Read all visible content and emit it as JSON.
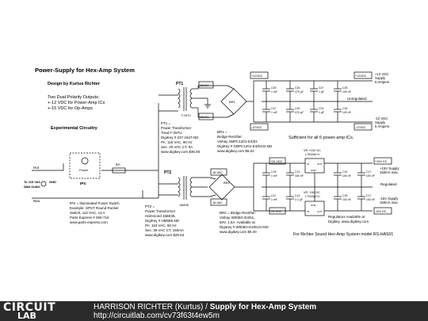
{
  "diagram": {
    "title": "Power-Supply for Hex-Amp System",
    "designer": "Design by Kurtus Richter",
    "outputs_heading": "Two Dual-Polarity Outputs:",
    "outputs_line1": "+-12 VDC for Power-Amp ICs",
    "outputs_line2": "+-15 VDC for Op-Amps",
    "section_label": "Experimental Circuitry",
    "hot_label": "Hot",
    "neu_label": "Neu",
    "outlet_label1": "To 115 VAC",
    "outlet_label2": "Wall Outlet",
    "gnd_label": "GND",
    "switch_label": "Power",
    "ips_label": "IPS",
    "fuse_label": "5A",
    "pt1_label": "PT1",
    "pt1_part": "F-257U",
    "pt2_label": "PT2",
    "pt2_part": "166E36",
    "vac18_a": "18VAC",
    "vac18_b": "18VAC",
    "vac18_c": "18 VAC",
    "vac18_d": "18 VAC",
    "br1_label": "BR1",
    "br2_label": "BR2",
    "rail_p12": "+12VDC",
    "rail_n12": "-12VDC",
    "rail_p24": "+24 VDC",
    "rail_n24": "-24 VDC",
    "rail_p15": "+15V DC",
    "rail_n15": "-15V DC",
    "caps_top_row1": [
      "C25",
      "C26",
      "C27",
      "C28"
    ],
    "caps_top_row1_val": [
      "1 mF",
      "470 µF",
      "1 µF",
      "100 nF"
    ],
    "caps_top_row2": [
      "C37",
      "C30",
      "C31",
      "C32"
    ],
    "caps_top_row2_val": [
      "1 mF",
      "470 µF",
      "1 µF",
      "100 nF"
    ],
    "unregulated": "Unregulated",
    "regulated": "Regulated",
    "supply_p12": [
      "+12 VDC",
      "Supply",
      "6 Ampere"
    ],
    "supply_n12": [
      "-12 VDC",
      "Supply",
      "6 Ampere"
    ],
    "supply_p15": [
      "+15V Supply",
      "150mA max."
    ],
    "supply_n15": [
      "-15V Supply",
      "150mA max."
    ],
    "sufficient": "Sufficient for all 6 power-amp ICs.",
    "vr_p15": [
      "VR +15V DC",
      "L7815ACV"
    ],
    "vr_n15": [
      "VR -15V DC",
      "L7915ACV"
    ],
    "vr_pins": [
      "IN",
      "OUT",
      "GND"
    ],
    "caps_bot_p": [
      "C18",
      "C13",
      "C14",
      "C17"
    ],
    "caps_bot_p_val": [
      "1 mF",
      "330 nF",
      "100 nF",
      "100 nF"
    ],
    "caps_bot_n": [
      "C11",
      "C12",
      "C16",
      "C17"
    ],
    "caps_bot_n_val": [
      "1 mF",
      "2.2 µF",
      "100 nF",
      "100 nF"
    ],
    "pt1_desc": [
      "PT1 =",
      "Power Transformer",
      "Triad F-257U",
      "DigiKey # 237-1947-ND",
      "Pri. 115 VAC, 60 Hz",
      "Sec. 20 VAC CT, 6A",
      "www.digikey.com $36.80"
    ],
    "br1_desc": [
      "BR1 =",
      "Bridge Rectifier:",
      "Vishay GBPC1201-E4/51",
      "DigiKey # GBPC1201-E4/51GI-ND",
      "www.digikey.com $6.04"
    ],
    "ips_desc": [
      "IPS = Illuminated Power Switch",
      "Example: SPST Round Rocker",
      "Switch, 112 VAC, 13 A",
      "Parts Express # 060-716",
      "www.parts-express.com"
    ],
    "pt2_desc": [
      "PT2 =",
      "Power Transformer",
      "Hammond 166E36,",
      "DigiKey # HM665-ND",
      "Pri. 110 VAC, 60 Hz",
      "Sec. 36 VAC CT, 150mA",
      "www.digikey.com $25.64"
    ],
    "br2_desc": [
      "BR2 = Bridge Rectifier:",
      "Vishay W005G-E4/51,",
      "50V, 1.5A. Available at",
      "DigiKey # W005G-E4/51GI-ND",
      "www.digikey.com $0.40"
    ],
    "regulators": [
      "Regulators Available at",
      "Digikey. www.digikey.com"
    ],
    "model_note": "For Richter Sound Hex-Amp System model RS-HAS01"
  },
  "footer": {
    "logo_top": "CIRCUIT",
    "logo_bottom": "LAB",
    "title_author": "HARRISON RICHTER (Kurtus)",
    "title_sep": " / ",
    "title_name": "Supply for Hex-Amp System",
    "url": "http://circuitlab.com/cv73f63t4ew5m"
  },
  "colors": {
    "footer_bg": "#2b2b2b",
    "ink": "#000000",
    "background": "#ffffff"
  }
}
